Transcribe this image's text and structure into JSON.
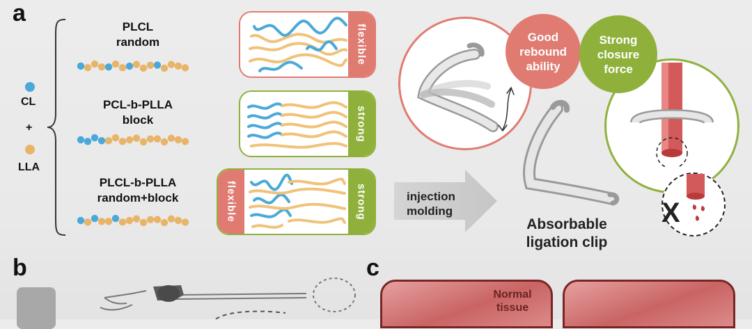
{
  "panels": {
    "a": "a",
    "b": "b",
    "c": "c"
  },
  "monomers": {
    "cl": "CL",
    "plus": "+",
    "lla": "LLA",
    "cl_color": "#4aa9d8",
    "lla_color": "#e8b46a"
  },
  "polymers": [
    {
      "title_line1": "PLCL",
      "title_line2": "random"
    },
    {
      "title_line1": "PCL-b-PLLA",
      "title_line2": "block"
    },
    {
      "title_line1": "PLCL-b-PLLA",
      "title_line2": "random+block"
    }
  ],
  "tags": {
    "flexible": "flexible",
    "strong": "strong"
  },
  "colors": {
    "flexible": "#e07b72",
    "strong": "#8fb13c"
  },
  "arrow": {
    "line1": "injection",
    "line2": "molding"
  },
  "clip": {
    "line1": "Absorbable",
    "line2": "ligation clip"
  },
  "badges": {
    "rebound": {
      "l1": "Good",
      "l2": "rebound",
      "l3": "ability"
    },
    "closure": {
      "l1": "Strong",
      "l2": "closure",
      "l3": "force"
    }
  },
  "fail_mark": "X",
  "tissue": {
    "l1": "Normal",
    "l2": "tissue"
  }
}
